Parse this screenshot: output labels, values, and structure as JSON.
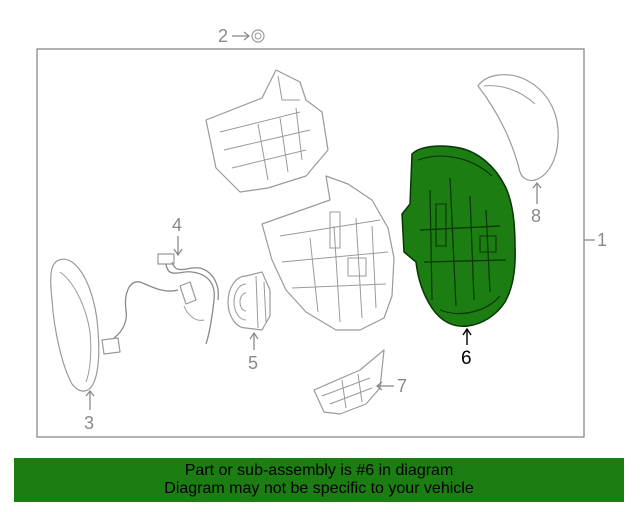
{
  "diagram": {
    "callouts": {
      "c1": "1",
      "c2": "2",
      "c3": "3",
      "c4": "4",
      "c5": "5",
      "c6": "6",
      "c7": "7",
      "c8": "8"
    },
    "highlighted_part": "6",
    "highlight_color": "#1b7d12"
  },
  "banner": {
    "line1": "Part or sub-assembly is #6 in diagram",
    "line2": "Diagram may not be specific to your vehicle",
    "color": "#1b7d12"
  }
}
